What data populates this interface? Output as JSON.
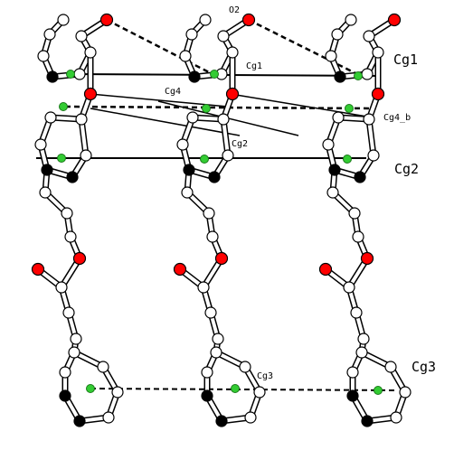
{
  "labels": {
    "o2": "O2",
    "cg1_mid": "Cg1",
    "cg1_right": "Cg1",
    "cg4_mid": "Cg4",
    "cg4b_right": "Cg4_b",
    "cg2_mid": "Cg2",
    "cg2_right": "Cg2",
    "cg3_mid": "Cg3",
    "cg3_right": "Cg3"
  },
  "colors": {
    "oxygen": "#ff0000",
    "carbon": "#000000",
    "hydrogen": "#ffffff",
    "centroid": "#33cc33",
    "bond_fill": "#ffffff",
    "bond_edge": "#000000",
    "contact_line": "#000000"
  }
}
